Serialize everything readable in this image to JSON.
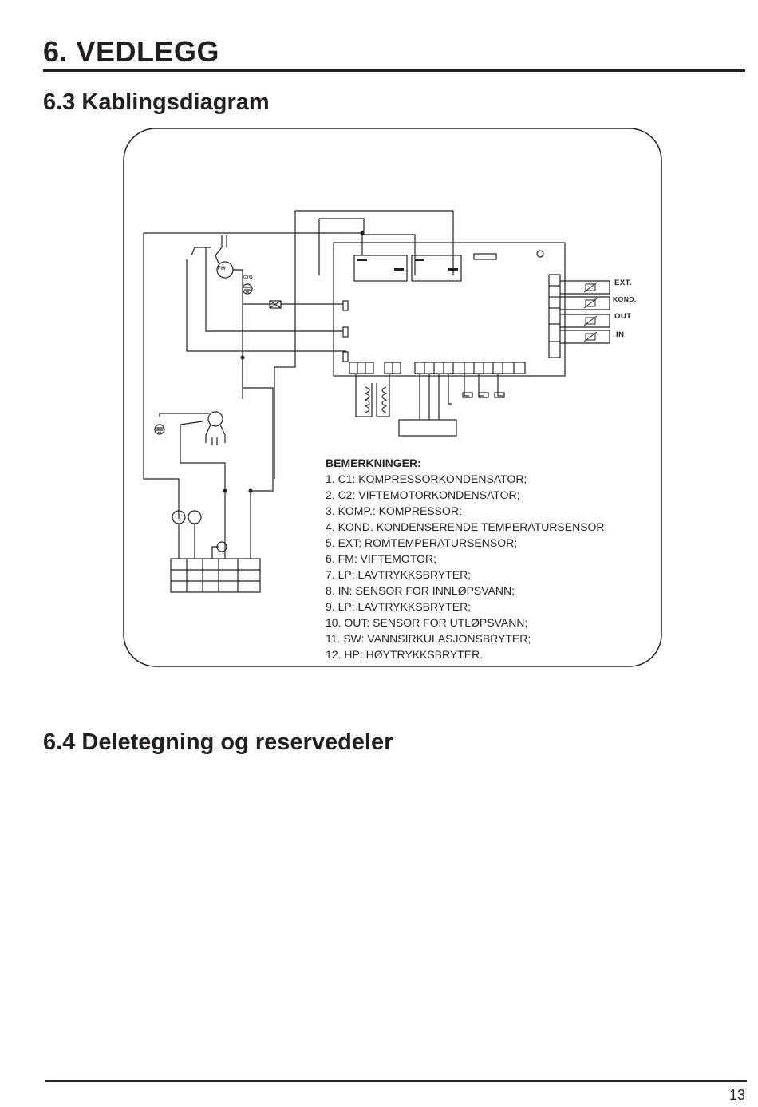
{
  "chapter_title": "6. VEDLEGG",
  "section_wiring": "6.3 Kablingsdiagram",
  "section_parts": "6.4 Deletegning og reservedeler",
  "diagram": {
    "fm_label": "FM",
    "cg_label": "C/G",
    "sensors": [
      "EXT.",
      "KOND.",
      "OUT",
      "IN"
    ],
    "notes_title": "BEMERKNINGER:",
    "notes": [
      "1. C1: KOMPRESSORKONDENSATOR;",
      "2. C2: VIFTEMOTORKONDENSATOR;",
      "3. KOMP.: KOMPRESSOR;",
      "4. KOND. KONDENSERENDE TEMPERATURSENSOR;",
      "5. EXT: ROMTEMPERATURSENSOR;",
      "6. FM: VIFTEMOTOR;",
      "7. LP: LAVTRYKKSBRYTER;",
      "8. IN: SENSOR FOR INNLØPSVANN;",
      "9. LP: LAVTRYKKSBRYTER;",
      "10. OUT: SENSOR FOR UTLØPSVANN;",
      "11. SW: VANNSIRKULASJONSBRYTER;",
      "12. HP: HØYTRYKKSBRYTER."
    ]
  },
  "page_number": "13"
}
